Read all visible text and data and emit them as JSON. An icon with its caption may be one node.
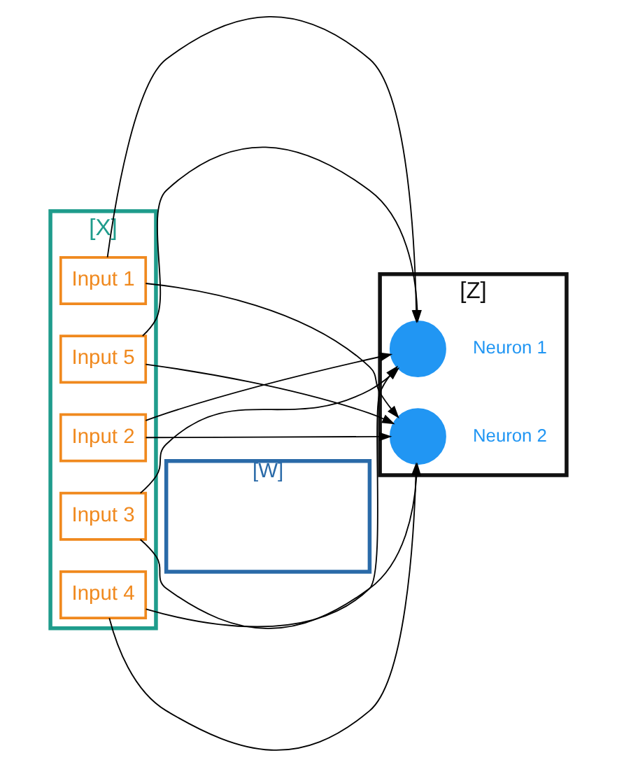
{
  "diagram": {
    "nodes": [
      {
        "text": [
          "[X]"
        ]
      },
      {
        "text": [
          "Input 1"
        ],
        "in": 0
      },
      {
        "text": [
          "Input 2"
        ],
        "in": 0
      },
      {
        "text": [
          "Input 3"
        ],
        "in": 0
      },
      {
        "text": [
          "Input 4"
        ],
        "in": 0
      },
      {
        "text": [
          "Input 5"
        ],
        "in": 0
      },
      {
        "text": [
          "[W]"
        ]
      },
      {
        "text": [
          "[Z]"
        ]
      },
      {
        "text": [],
        "shape": "circle",
        "beside": [
          "Neuron 1"
        ],
        "in": 7
      },
      {
        "text": [],
        "shape": "circle",
        "beside": [
          "Neuron 2"
        ],
        "in": 7
      }
    ],
    "edges": [
      {
        "from": 1,
        "to": 8,
        "arrow": "to"
      },
      {
        "from": 1,
        "to": 9,
        "arrow": "to"
      },
      {
        "from": 2,
        "to": 8,
        "arrow": "to"
      },
      {
        "from": 2,
        "to": 9,
        "arrow": "to"
      },
      {
        "from": 3,
        "to": 8,
        "arrow": "to"
      },
      {
        "from": 3,
        "to": 9,
        "arrow": "to"
      },
      {
        "from": 4,
        "to": 8,
        "arrow": "to"
      },
      {
        "from": 4,
        "to": 9,
        "arrow": "to"
      },
      {
        "from": 5,
        "to": 8,
        "arrow": "to"
      },
      {
        "from": 5,
        "to": 9,
        "arrow": "to"
      }
    ]
  }
}
